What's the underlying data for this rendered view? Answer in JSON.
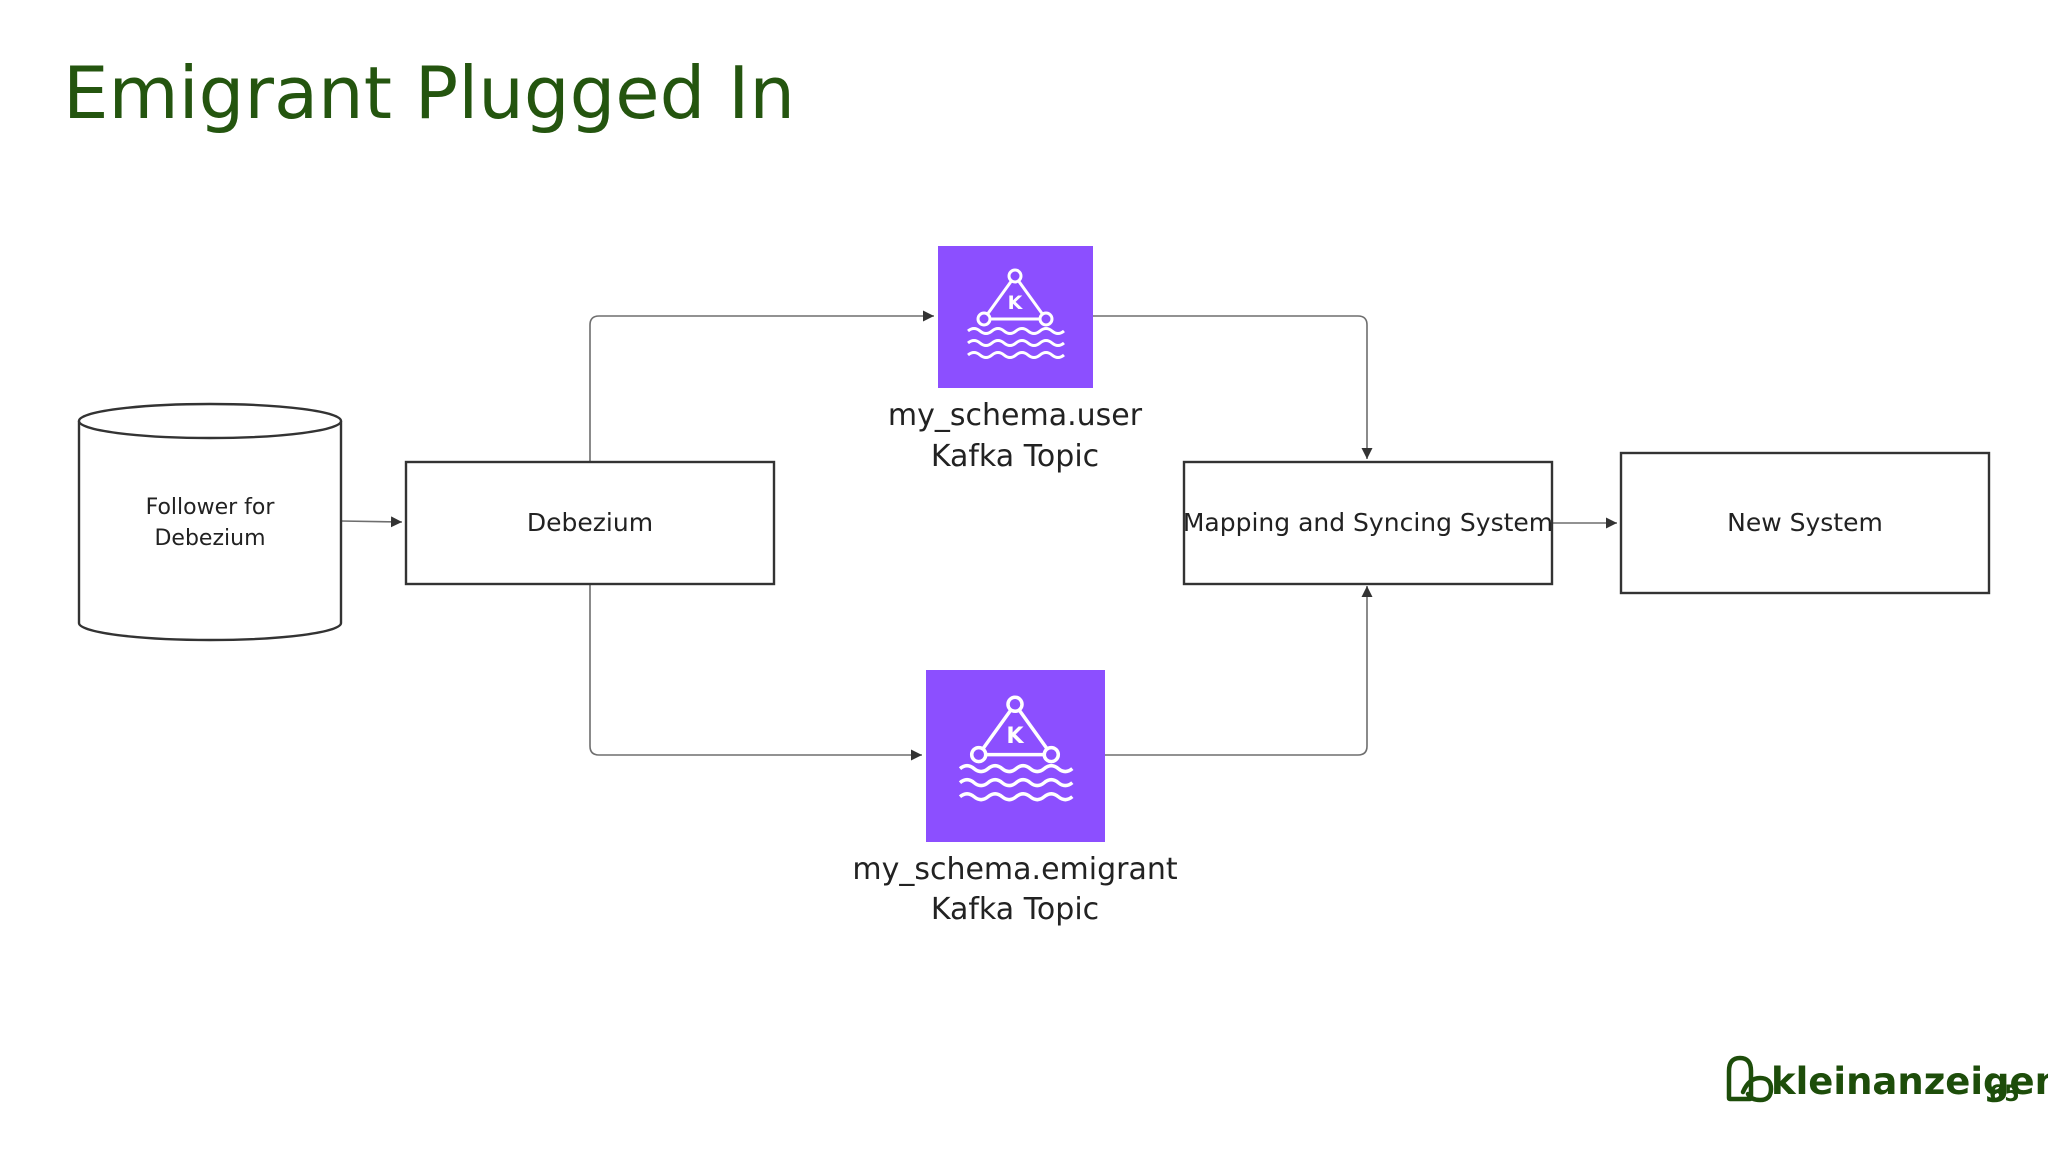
{
  "slide": {
    "title": "Emigrant Plugged In",
    "page_number": "65"
  },
  "colors": {
    "title": "#24550f",
    "kafka_tile": "#8c4fff",
    "kafka_icon": "#ffffff",
    "box_stroke": "#333333",
    "text": "#222222",
    "connector": "#6e6e6e",
    "logo": "#1d4d0a"
  },
  "nodes": {
    "database": {
      "label_line1": "Follower for",
      "label_line2": "Debezium"
    },
    "debezium": {
      "label": "Debezium"
    },
    "topic_user": {
      "icon": "kafka-icon",
      "label_line1": "my_schema.user",
      "label_line2": "Kafka Topic"
    },
    "topic_emigrant": {
      "icon": "kafka-icon",
      "label_line1": "my_schema.emigrant",
      "label_line2": "Kafka Topic"
    },
    "mapping": {
      "label": "Mapping and Syncing System"
    },
    "new_system": {
      "label": "New System"
    }
  },
  "brand": {
    "logo_text": "kleinanzeigen",
    "logo_icon": "kleinanzeigen-logo-icon"
  }
}
